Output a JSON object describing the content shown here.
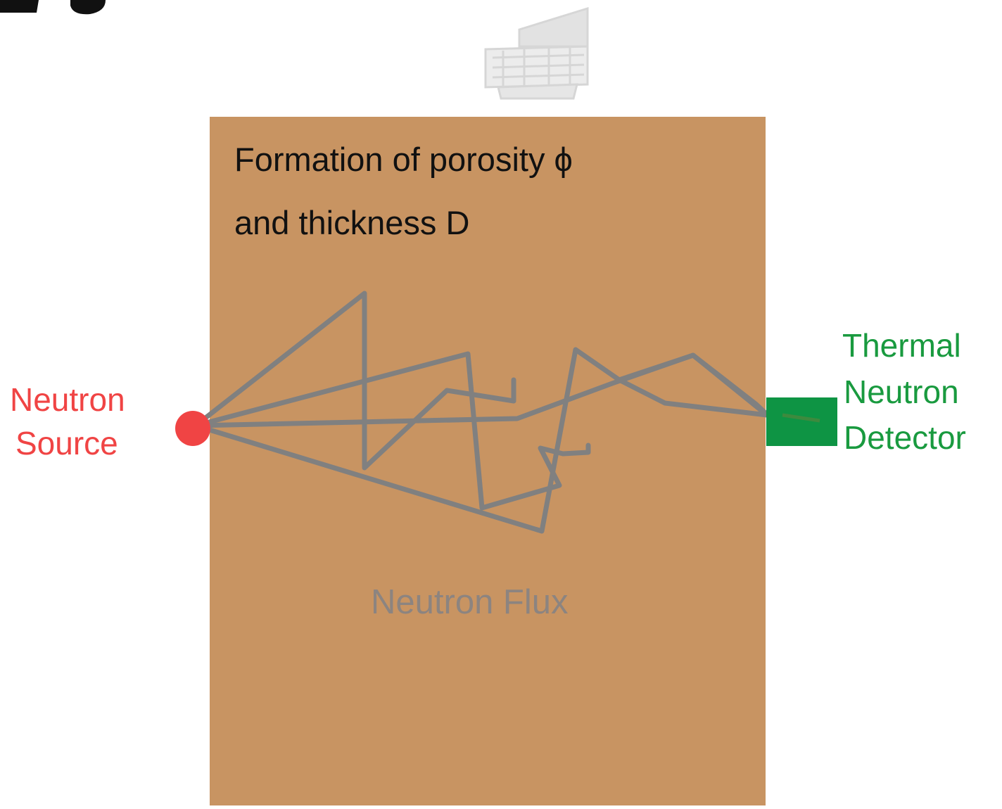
{
  "colors": {
    "formation": "#c89462",
    "source": "#f04444",
    "detector": "#0e9444",
    "detector_text": "#199a3f",
    "path": "#808080",
    "flux_text": "#8c8480",
    "formation_text": "#111111",
    "rig_icon": "#d9d9d9"
  },
  "icons": {
    "rig": "drilling-rig-icon"
  },
  "formation": {
    "line1": "Formation of porosity ϕ",
    "line2": "and thickness D"
  },
  "source": {
    "line1": "Neutron",
    "line2": "Source"
  },
  "detector": {
    "line1": "Thermal",
    "line2": "Neutron",
    "line3": "Detector"
  },
  "flux": {
    "label": "Neutron Flux"
  }
}
